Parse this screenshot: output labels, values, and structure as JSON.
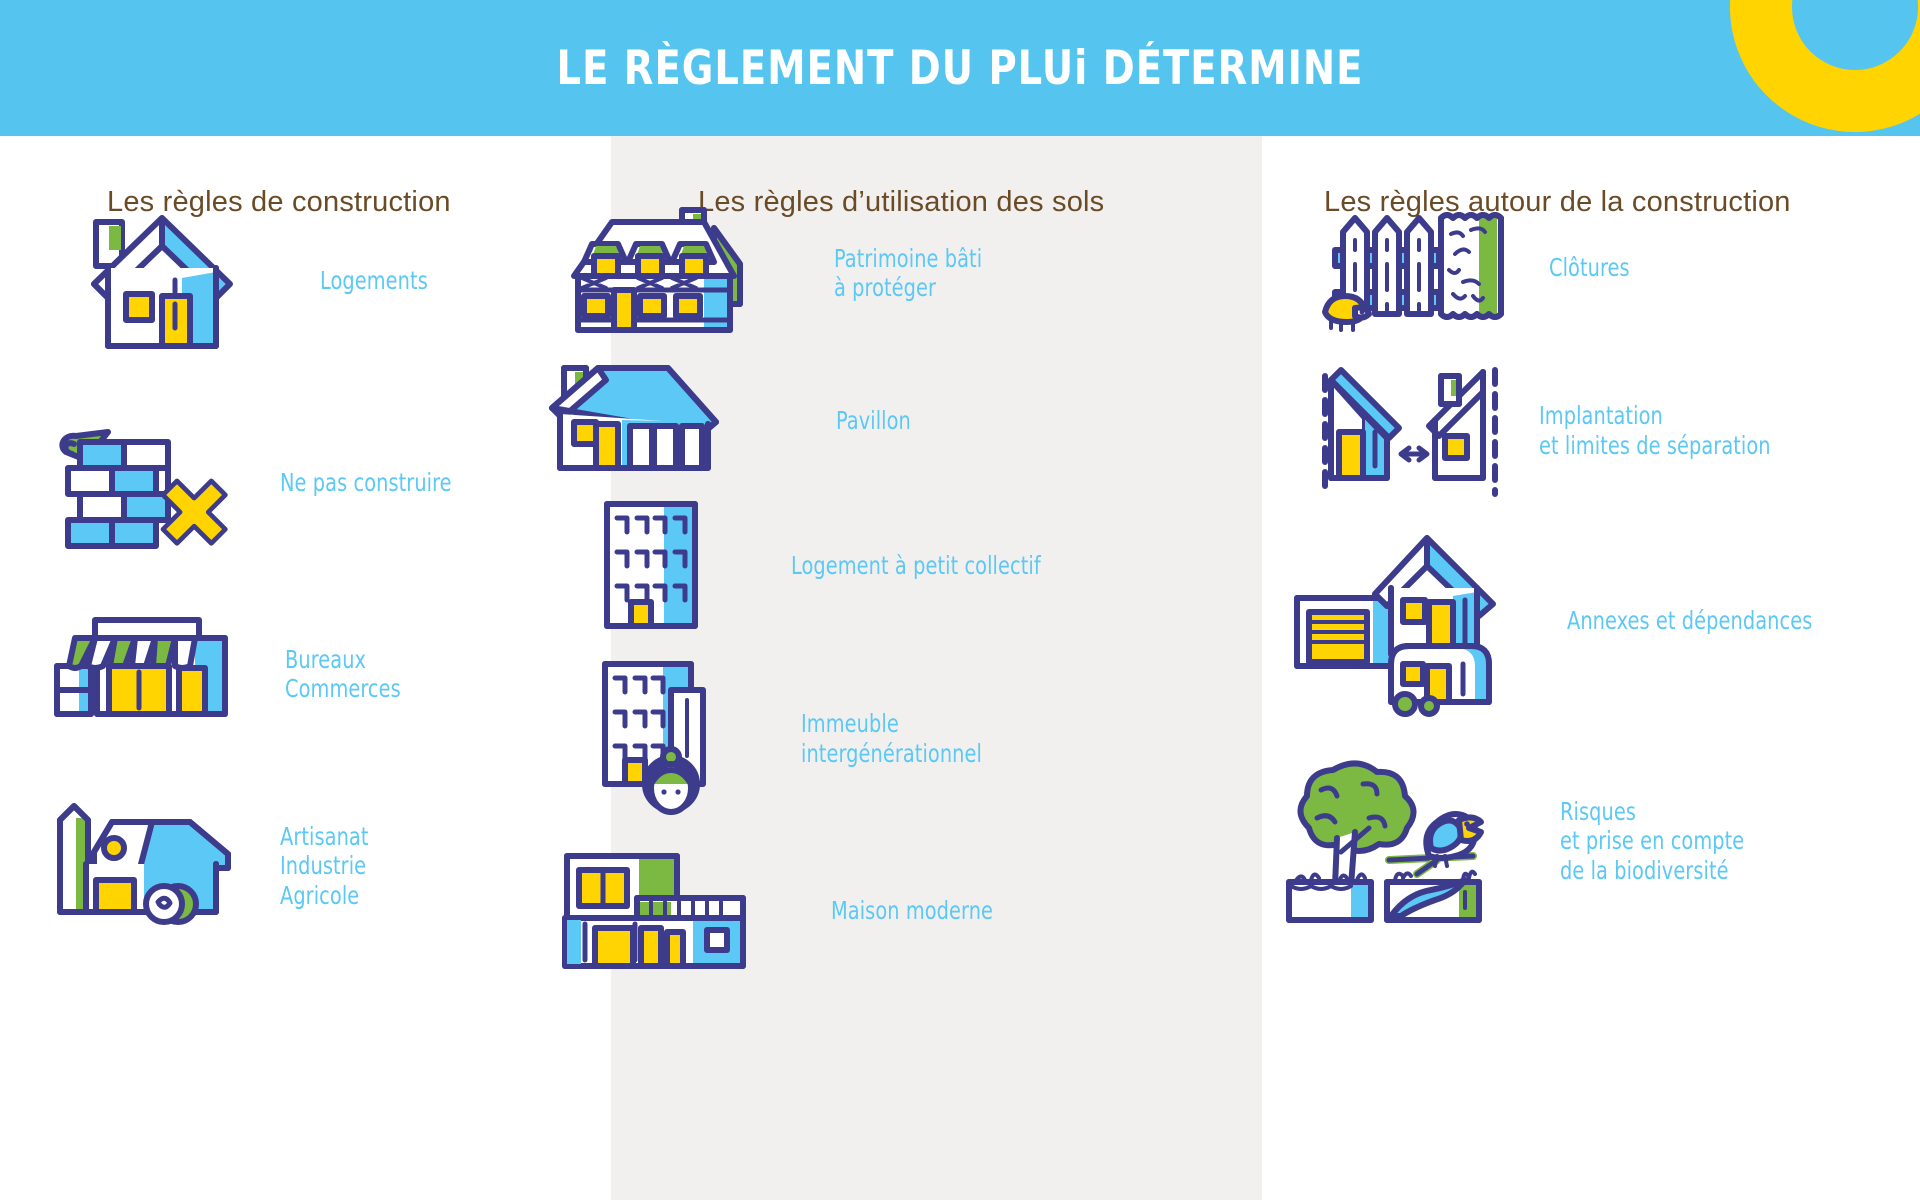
{
  "header": {
    "title": "LE RÈGLEMENT DU PLUi DÉTERMINE",
    "background_color": "#55C5F0",
    "accent_ring_color": "#FFD400",
    "title_color": "#FFFFFF"
  },
  "palette": {
    "outline_navy": "#3D3C8C",
    "sky_blue": "#5BC8F5",
    "yellow": "#FFD400",
    "green": "#7CB943",
    "heading_brown": "#6B4B26",
    "label_blue": "#5BC8F5",
    "middle_column_bg": "#F1F0EE",
    "page_bg": "#FFFFFF"
  },
  "columns": [
    {
      "id": "construction",
      "heading": "Les règles de construction",
      "items": [
        {
          "icon": "house-icon",
          "label": "Logements"
        },
        {
          "icon": "brick-wall-no-build-icon",
          "label": "Ne pas construire"
        },
        {
          "icon": "shop-icon",
          "label": "Bureaux\nCommerces"
        },
        {
          "icon": "barn-farm-icon",
          "label": "Artisanat\nIndustrie\nAgricole"
        }
      ]
    },
    {
      "id": "land-use",
      "heading": "Les règles d’utilisation des sols",
      "items": [
        {
          "icon": "heritage-house-icon",
          "label": "Patrimoine bâti\nà protéger"
        },
        {
          "icon": "pavilion-house-icon",
          "label": "Pavillon"
        },
        {
          "icon": "small-apartment-icon",
          "label": "Logement à petit collectif"
        },
        {
          "icon": "intergenerational-building-icon",
          "label": "Immeuble\nintergénérationnel"
        },
        {
          "icon": "modern-house-icon",
          "label": "Maison moderne"
        }
      ]
    },
    {
      "id": "around-construction",
      "heading": "Les règles autour de la construction",
      "items": [
        {
          "icon": "fence-hedge-icon",
          "label": "Clôtures"
        },
        {
          "icon": "two-houses-spacing-icon",
          "label": "Implantation\net limites de séparation"
        },
        {
          "icon": "garage-caravan-icon",
          "label": "Annexes et dépendances"
        },
        {
          "icon": "tree-bird-river-icon",
          "label": "Risques\net prise en compte\nde la biodiversité"
        }
      ]
    }
  ]
}
